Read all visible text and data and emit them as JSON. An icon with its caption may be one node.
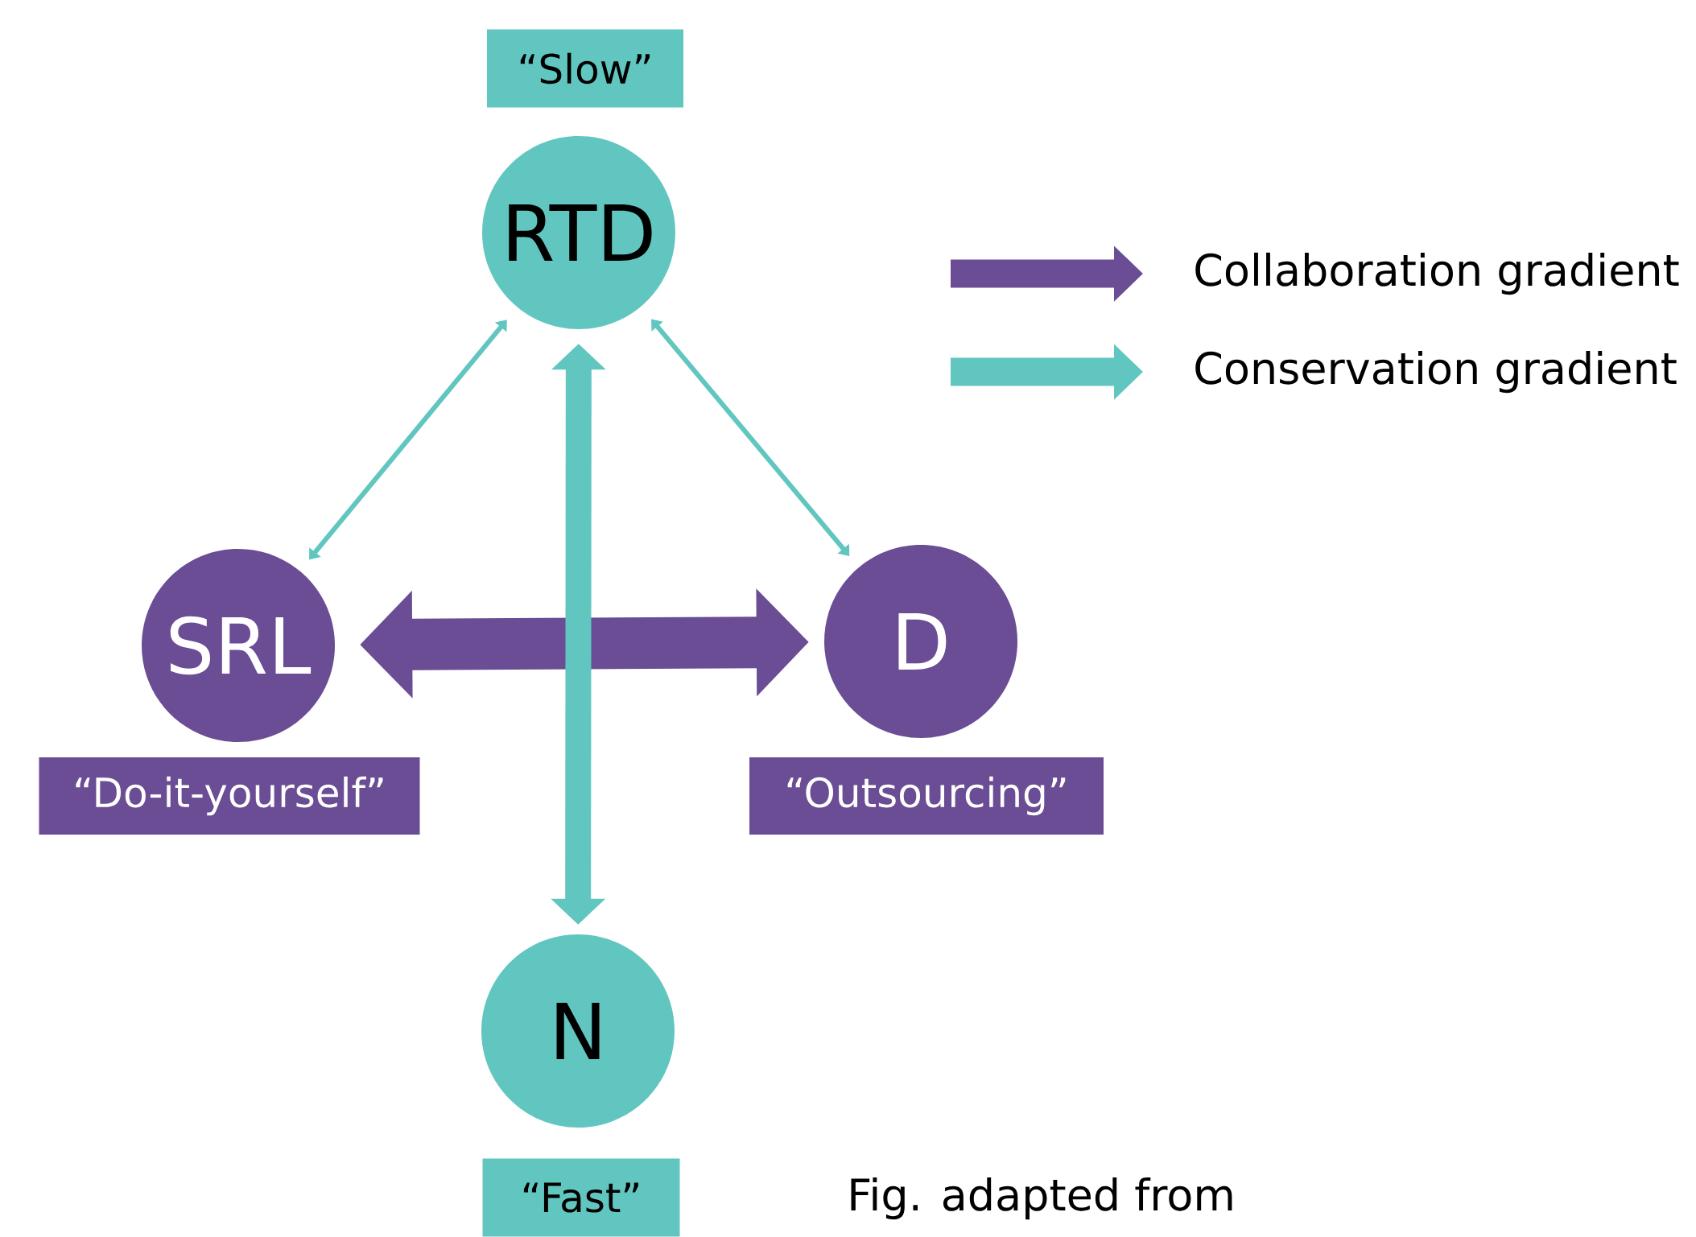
{
  "diagram": {
    "nodes": [
      {
        "text": [
          "“Slow”"
        ]
      },
      {
        "text": [
          "RTD"
        ]
      },
      {
        "text": [
          "SRL"
        ]
      },
      {
        "text": [
          "D"
        ]
      },
      {
        "text": [
          "“Do-it-yourself”"
        ]
      },
      {
        "text": [
          "“Outsourcing”"
        ]
      },
      {
        "text": [
          "N"
        ]
      },
      {
        "text": [
          "“Fast”"
        ]
      }
    ],
    "edges": [
      {
        "from": 1,
        "to": 2,
        "arrow": "both"
      },
      {
        "from": 1,
        "to": 3,
        "arrow": "both"
      },
      {
        "from": 2,
        "to": 3,
        "arrow": "both",
        "style": "thick",
        "color": "#6a4d94"
      },
      {
        "from": 1,
        "to": 6,
        "arrow": "both",
        "style": "thick"
      }
    ],
    "labels": [
      "Fig. adapted from"
    ],
    "legend": [
      {
        "text": "Collaboration gradient"
      },
      {
        "text": "Conservation gradient"
      }
    ]
  }
}
